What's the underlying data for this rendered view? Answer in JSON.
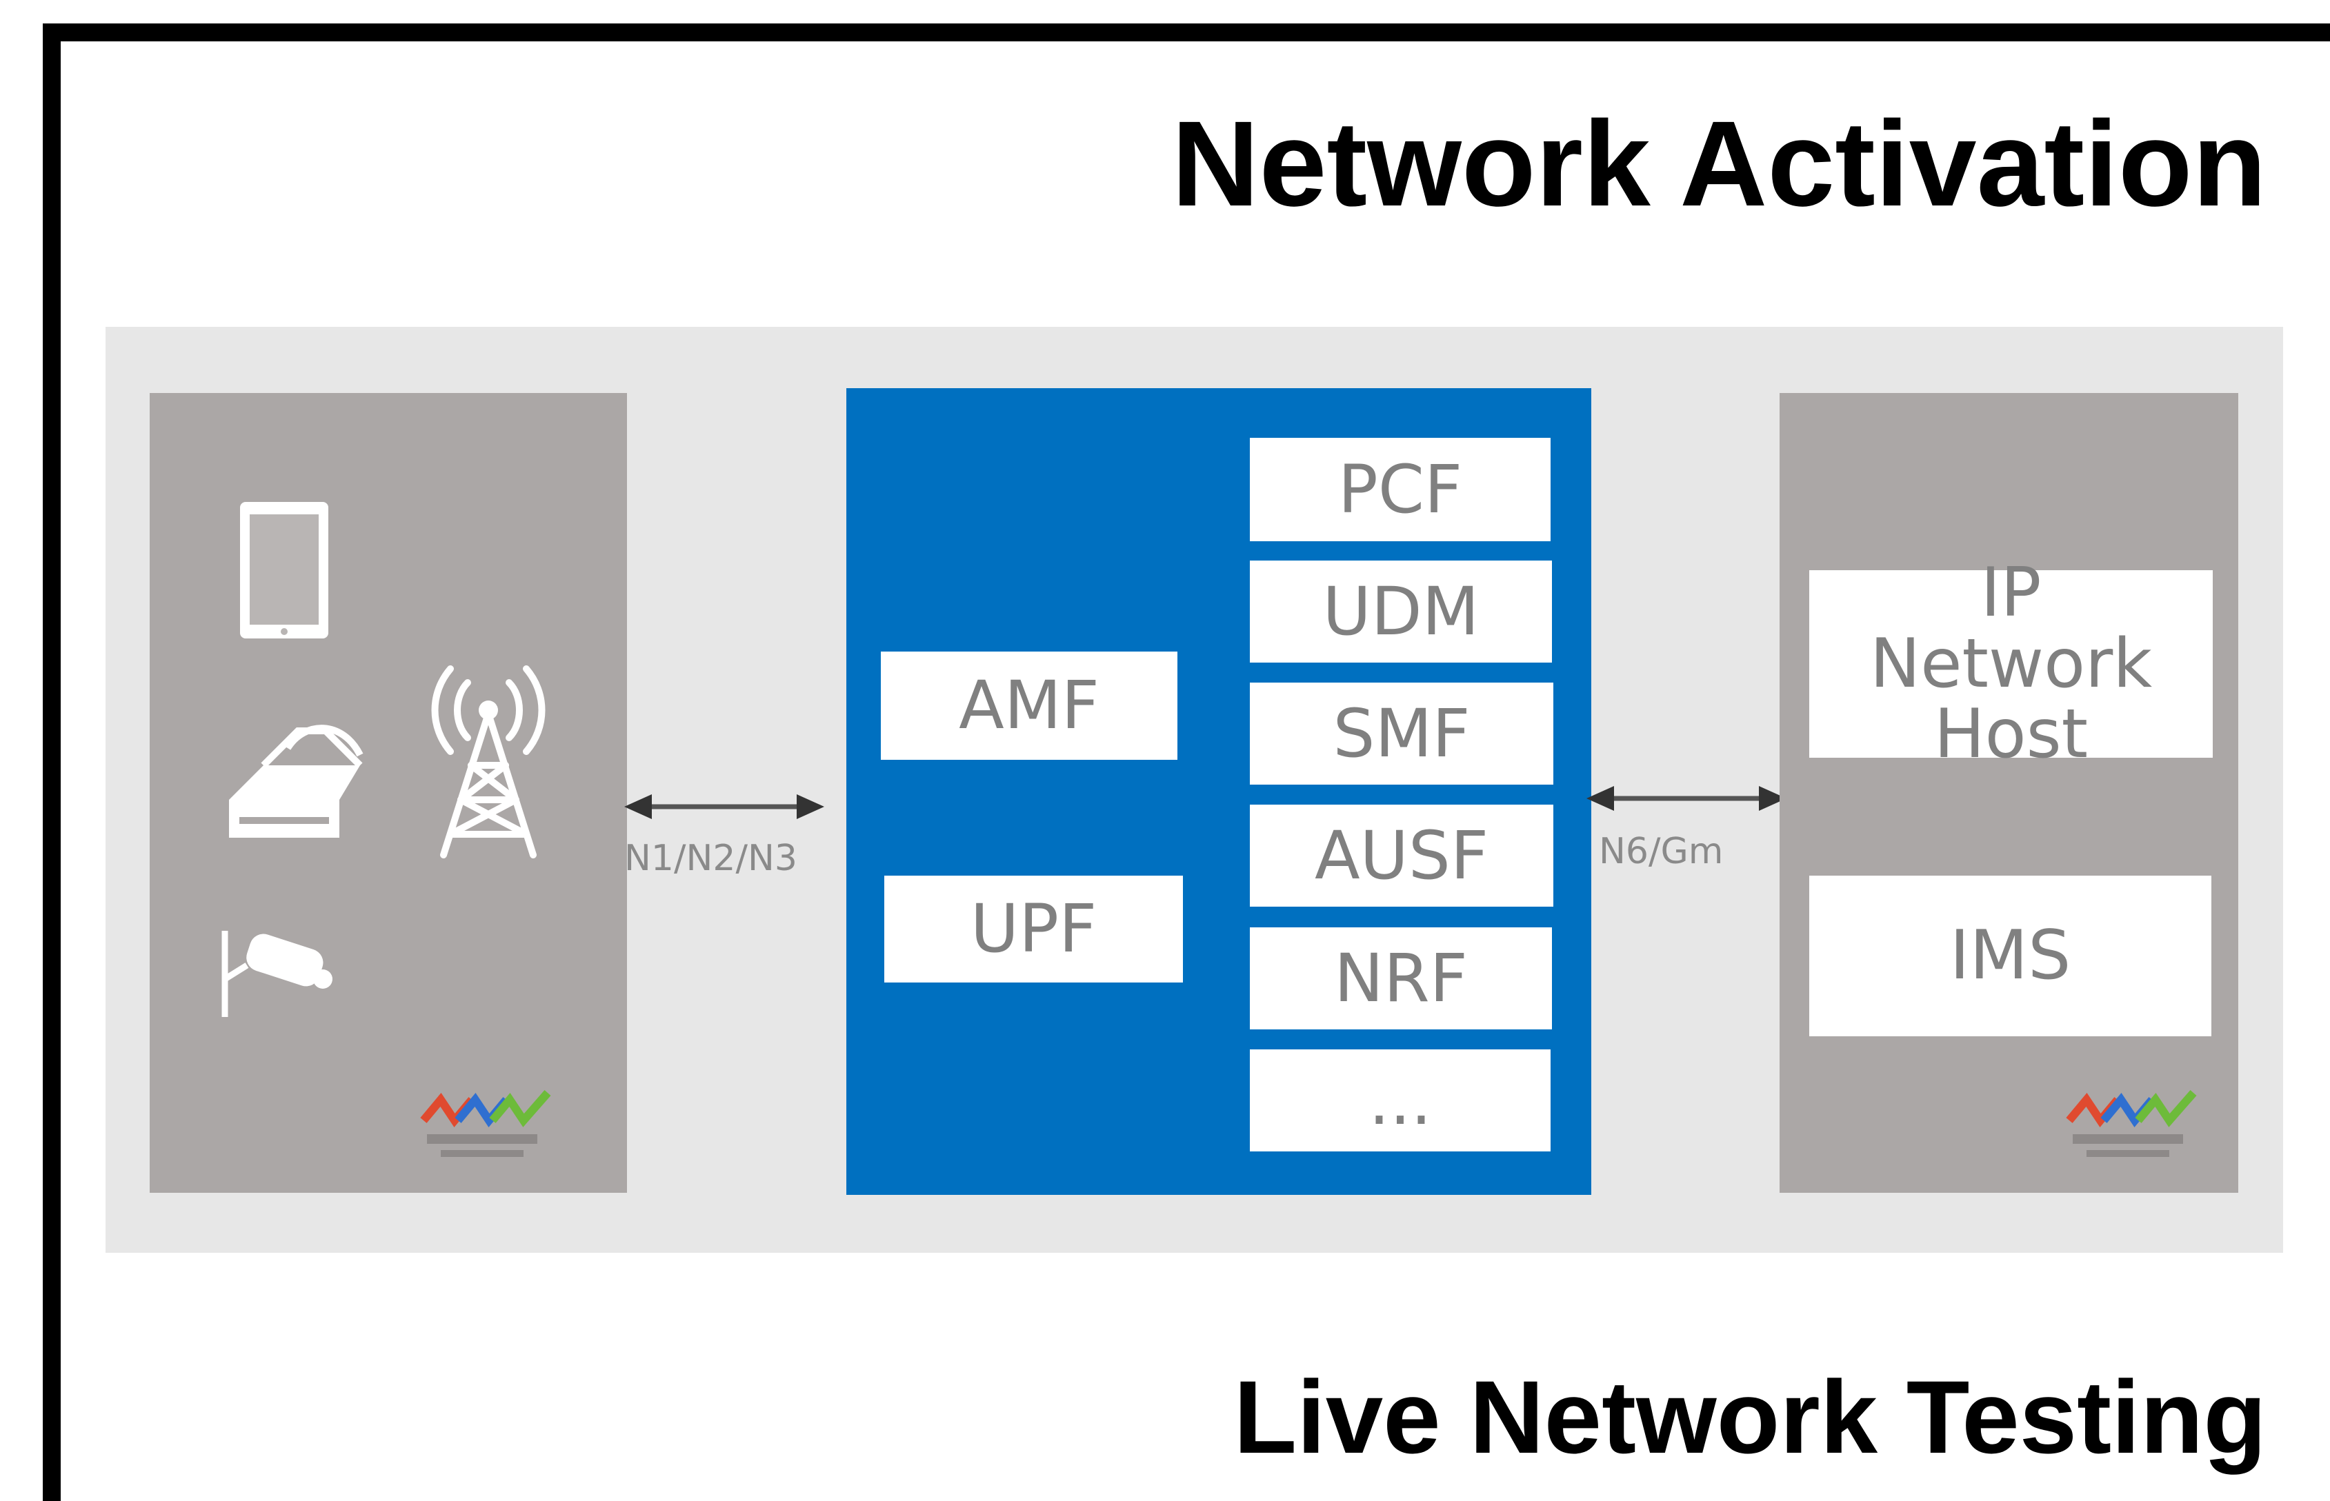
{
  "titles": {
    "top": "Network Activation",
    "bottom": "Live Network Testing"
  },
  "core_left": [
    "AMF",
    "UPF"
  ],
  "core_right": [
    "PCF",
    "UDM",
    "SMF",
    "AUSF",
    "NRF",
    "..."
  ],
  "services": [
    "IP Network Host",
    "IMS"
  ],
  "links": {
    "left": "N1/N2/N3",
    "right": "N6/Gm"
  },
  "device_icons": [
    "tablet-icon",
    "router-icon",
    "cell-tower-icon",
    "camera-icon"
  ],
  "logo_icon": "vendor-logo-icon",
  "colors": {
    "core": "#0070c0",
    "panel": "#aba7a6",
    "band": "#e7e7e7",
    "box_text": "#808080"
  }
}
